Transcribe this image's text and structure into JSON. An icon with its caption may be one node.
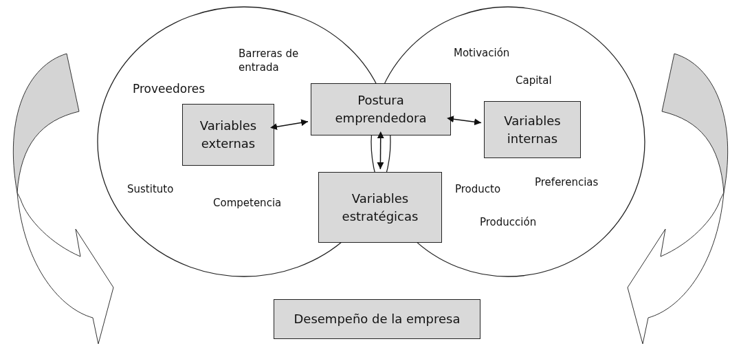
{
  "diagram": {
    "nodes": [
      {
        "text": [],
        "shape": "circle"
      },
      {
        "text": [],
        "shape": "circle"
      },
      {
        "text": [
          "Postura emprendedora"
        ]
      },
      {
        "text": [
          "Variables externas"
        ],
        "in": 0
      },
      {
        "text": [
          "Variables internas"
        ],
        "in": 1
      },
      {
        "text": [
          "Variables estratégicas"
        ]
      },
      {
        "text": [
          "Desempeño de la empresa"
        ]
      }
    ],
    "edges": [
      {
        "from": 3,
        "to": 2,
        "arrow": "both"
      },
      {
        "from": 2,
        "to": 4,
        "arrow": "both"
      },
      {
        "from": 2,
        "to": 5,
        "arrow": "both"
      }
    ],
    "labels": [
      "Barreras de entrada",
      "Motivación",
      "Proveedores",
      "Capital",
      "Preferencias",
      "Sustituto",
      "Producto",
      "Competencia",
      "Producción"
    ]
  }
}
